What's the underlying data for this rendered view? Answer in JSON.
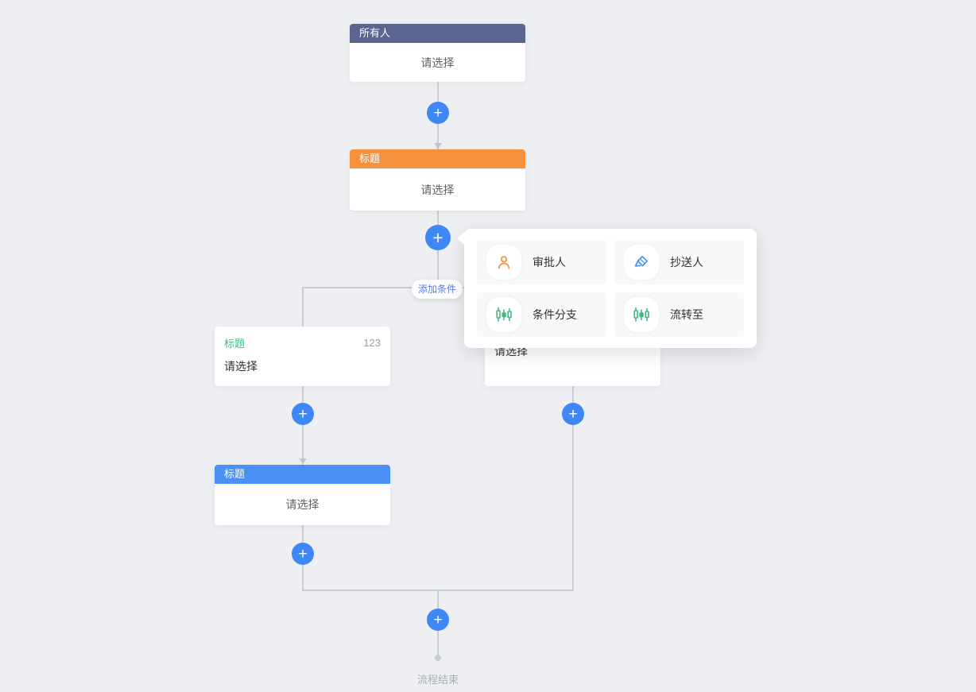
{
  "flow": {
    "nodes": {
      "start": {
        "title": "所有人",
        "body": "请选择"
      },
      "approver": {
        "title": "标题",
        "body": "请选择"
      },
      "condition_left": {
        "title": "标题",
        "value": "123",
        "body": "请选择"
      },
      "condition_right": {
        "title": "",
        "value": "",
        "body": "请选择"
      },
      "cc": {
        "title": "标题",
        "body": "请选择"
      }
    },
    "end_label": "流程结束",
    "add_condition_label": "添加条件"
  },
  "controls": {
    "plus_glyph": "+"
  },
  "popover": {
    "items": [
      {
        "label": "审批人",
        "icon": "approver-person-icon",
        "icon_color": "#f7913e"
      },
      {
        "label": "抄送人",
        "icon": "cc-marker-icon",
        "icon_color": "#4a90f5"
      },
      {
        "label": "条件分支",
        "icon": "condition-branch-icon",
        "icon_color": "#44b884"
      },
      {
        "label": "流转至",
        "icon": "flow-to-icon",
        "icon_color": "#44b884"
      }
    ]
  },
  "colors": {
    "canvas_bg": "#edeff3",
    "line": "#c9ccd2",
    "plus_blue": "#3e87f5",
    "start_header": "#5a6590",
    "approver_header": "#f7913e",
    "cc_header": "#4a90f5",
    "condition_title_green": "#44b884",
    "add_condition_text": "#5878f0"
  }
}
